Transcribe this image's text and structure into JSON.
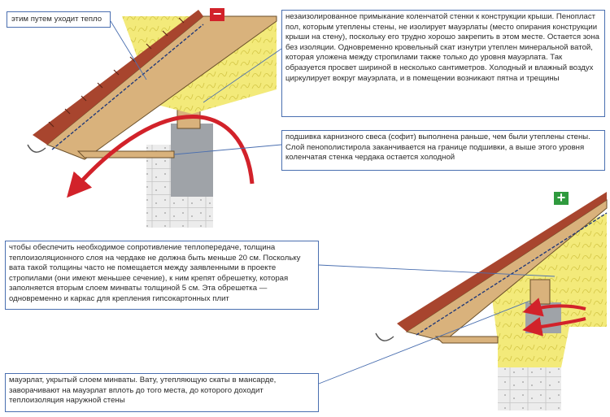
{
  "labels": {
    "heat_path": "этим путем уходит тепло",
    "problem_note": "незаизолированное примыкание коленчатой стенки к конструкции крыши. Пенопласт пол, которым утеплены стены, не изолирует мауэрлаты (место опирания конструкции крыши на стену), поскольку его трудно хорошо закрепить в этом месте. Остается зона без изоляции. Одновременно кровельный скат изнутри утеплен минеральной ватой, которая уложена между стропилами также только до уровня мауэрлата. Так образуется просвет шириной в несколько сантиметров. Холодный и влажный воздух циркулирует вокруг мауэрлата, и в помещении возникают пятна и трещины",
    "soffit_note": "подшивка карнизного свеса (софит) выполнена раньше, чем были утеплены стены. Слой пенополистирола заканчивается на границе подшивки, а выше этого уровня коленчатая стенка чердака остается холодной",
    "insulation_note": "чтобы обеспечить необходимое сопротивление теплопередаче, толщина теплоизоляционного слоя на чердаке не должна быть меньше 20 см. Поскольку вата такой толщины часто не помещается между заявленными в проекте стропилами (они имеют меньшее сечение), к ним крепят обрешетку, которая заполняется вторым слоем минваты толщиной 5 см. Эта обрешетка — одновременно и каркас для крепления гипсокартонных плит",
    "mauerlat_note": "мауэрлат, укрытый слоем минваты. Вату, утепляющую скаты в мансарде, заворачивают на мауэрлат вплоть до того места, до которого доходит теплоизоляция наружной стены"
  },
  "badges": {
    "bad": "−",
    "good": "+"
  },
  "colors": {
    "roof_tile": "#a8452e",
    "timber": "#d9b27c",
    "mineral_wool": "#f3ea7a",
    "wall": "#ebebeb",
    "polystyrene": "#9fa3a8",
    "heat_arrow": "#d2222a",
    "callout_border": "#4a6fb0",
    "bad_badge": "#d2222a",
    "good_badge": "#2f9a3e"
  }
}
